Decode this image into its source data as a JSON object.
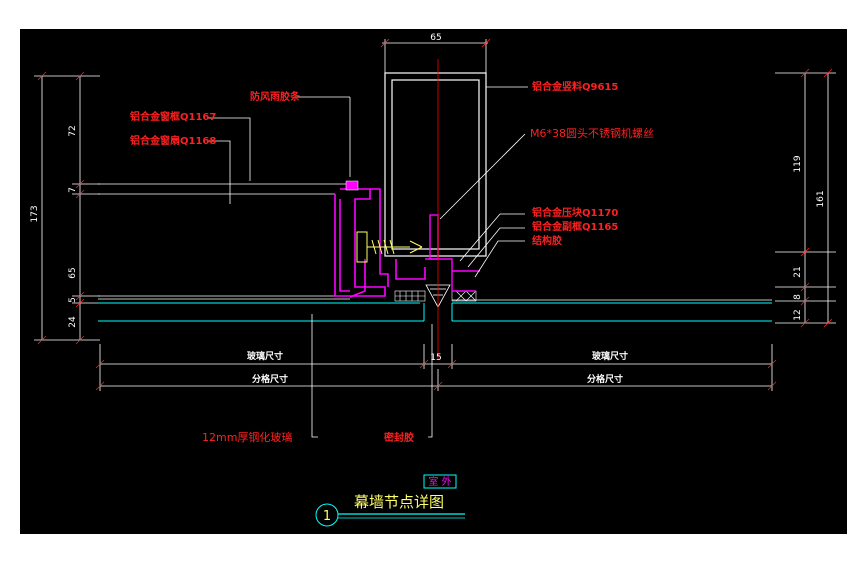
{
  "labels": {
    "gasket": "防风雨胶条",
    "frame1": "铝合金窗框Q1167",
    "frame2": "铝合金窗扇Q1168",
    "mullion": "铝合金竖料Q9615",
    "screw": "M6*38圆头不锈钢机螺丝",
    "pressplate": "铝合金压块Q1170",
    "subframe": "铝合金副框Q1165",
    "structsealant": "结构胶",
    "glass": "12mm厚钢化玻璃",
    "sealant": "密封胶"
  },
  "dims": {
    "top": "65",
    "left_total": "173",
    "left_72": "72",
    "left_7": "7",
    "left_65": "65",
    "left_5": "5",
    "left_24": "24",
    "right_161": "161",
    "right_119": "119",
    "right_21": "21",
    "right_8": "8",
    "right_12": "12",
    "center_15": "15",
    "glass_size_left": "玻璃尺寸",
    "glass_size_right": "玻璃尺寸",
    "grid_size_left": "分格尺寸",
    "grid_size_right": "分格尺寸"
  },
  "title": {
    "number": "1",
    "text": "幕墙节点详图",
    "badge": "室 外"
  },
  "colors": {
    "background": "#000000",
    "outline": "#ffffff",
    "profile": "#ff00ff",
    "glass": "#00ffff",
    "label": "#ff2020",
    "title": "#ffff66",
    "axis": "#ff0000"
  }
}
